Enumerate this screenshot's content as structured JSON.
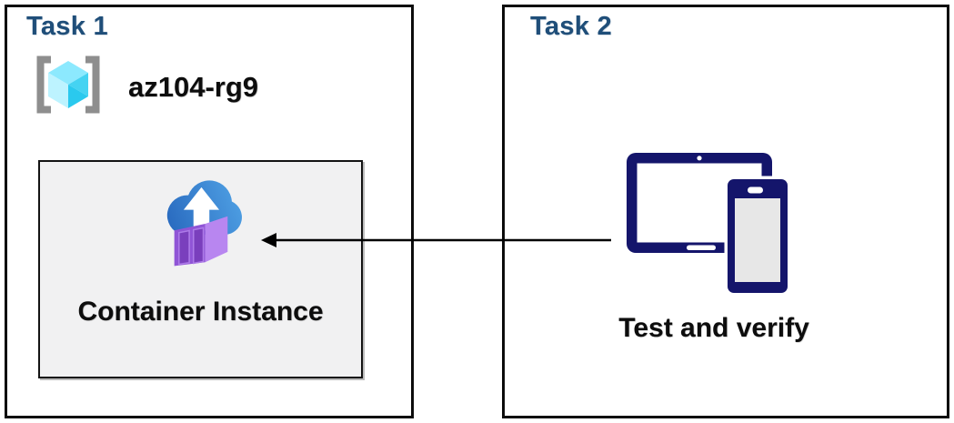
{
  "colors": {
    "task_title_blue": "#1F4E79",
    "box_border_black": "#0C0C0C",
    "inner_box_gray": "#F1F1F2",
    "device_navy": "#14156B",
    "cloud_blue_dark": "#2767BD",
    "cloud_blue_light": "#4E9FE3",
    "container_purple_front": "#9055D6",
    "container_purple_side": "#B886F0",
    "container_purple_door": "#7A3FBD",
    "cube_cyan_top": "#8CE9FE",
    "cube_cyan_left": "#BDF3FF",
    "cube_cyan_right": "#45D3F2",
    "cube_cyan_bottom": "#2AC9EE",
    "bracket_gray": "#8E8E8E",
    "arrow_black": "#000000"
  },
  "diagram": {
    "task1": {
      "title": "Task 1",
      "resource_group": {
        "icon": "resource-group-icon",
        "name": "az104-rg9"
      },
      "container_instance": {
        "icon": "container-instance-icon",
        "label": "Container Instance"
      }
    },
    "task2": {
      "title": "Task 2",
      "devices": {
        "icon": "tablet-and-phone-icon",
        "label": "Test and verify"
      }
    },
    "connector": {
      "type": "arrow",
      "direction": "right-to-left",
      "from": "tablet-and-phone-icon",
      "to": "container-instance-icon"
    }
  }
}
